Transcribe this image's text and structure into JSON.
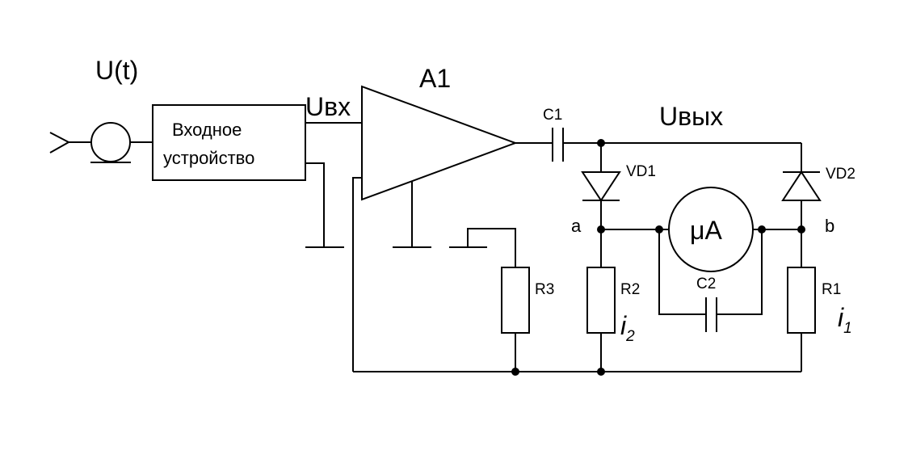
{
  "labels": {
    "source": "U(t)",
    "input_device_line1": "Входное",
    "input_device_line2": "устройство",
    "u_in": "Uвх",
    "amp": "A1",
    "c1": "C1",
    "u_out": "Uвых",
    "vd1": "VD1",
    "vd2": "VD2",
    "node_a": "a",
    "node_b": "b",
    "meter": "μA",
    "c2": "C2",
    "r3": "R3",
    "r2": "R2",
    "r1": "R1",
    "i2": "i",
    "i2_sub": "2",
    "i1": "i",
    "i1_sub": "1"
  }
}
